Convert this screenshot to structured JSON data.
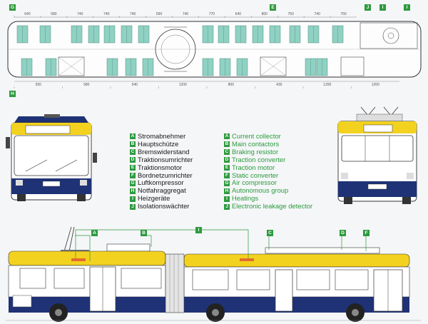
{
  "legend": [
    {
      "key": "A",
      "de": "Stromabnehmer",
      "en": "Current collector"
    },
    {
      "key": "B",
      "de": "Hauptschütze",
      "en": "Main contactors"
    },
    {
      "key": "C",
      "de": "Bremswiderstand",
      "en": "Braking resistor"
    },
    {
      "key": "D",
      "de": "Traktionsumrichter",
      "en": "Traction converter"
    },
    {
      "key": "E",
      "de": "Traktionsmotor",
      "en": "Traction motor"
    },
    {
      "key": "F",
      "de": "Bordnetzumrichter",
      "en": "Static converter"
    },
    {
      "key": "G",
      "de": "Luftkompressor",
      "en": "Air compressor"
    },
    {
      "key": "H",
      "de": "Notfahraggregat",
      "en": "Autonomous group"
    },
    {
      "key": "I",
      "de": "Heizgeräte",
      "en": "Heatings"
    },
    {
      "key": "J",
      "de": "Isolationswächter",
      "en": "Electronic leakage detector"
    }
  ],
  "plan_tags": {
    "g": "G",
    "e": "E",
    "j": "J",
    "i1": "I",
    "i2": "I",
    "h": "H"
  },
  "side_tags": {
    "a": "A",
    "b": "B",
    "i": "I",
    "c": "C",
    "d": "D",
    "f": "F"
  },
  "dimensions": {
    "top": [
      "640",
      "580",
      "740",
      "740",
      "740",
      "590",
      "740",
      "770",
      "640",
      "800",
      "750",
      "740",
      "750"
    ],
    "bottom": [
      "550",
      "580",
      "540",
      "1200",
      "800",
      "430",
      "1200",
      "1200"
    ]
  },
  "colors": {
    "accent_green": "#2e9a3e",
    "body_yellow": "#f3d21f",
    "body_blue": "#1f3276",
    "seat_teal": "#8fd1c2"
  }
}
